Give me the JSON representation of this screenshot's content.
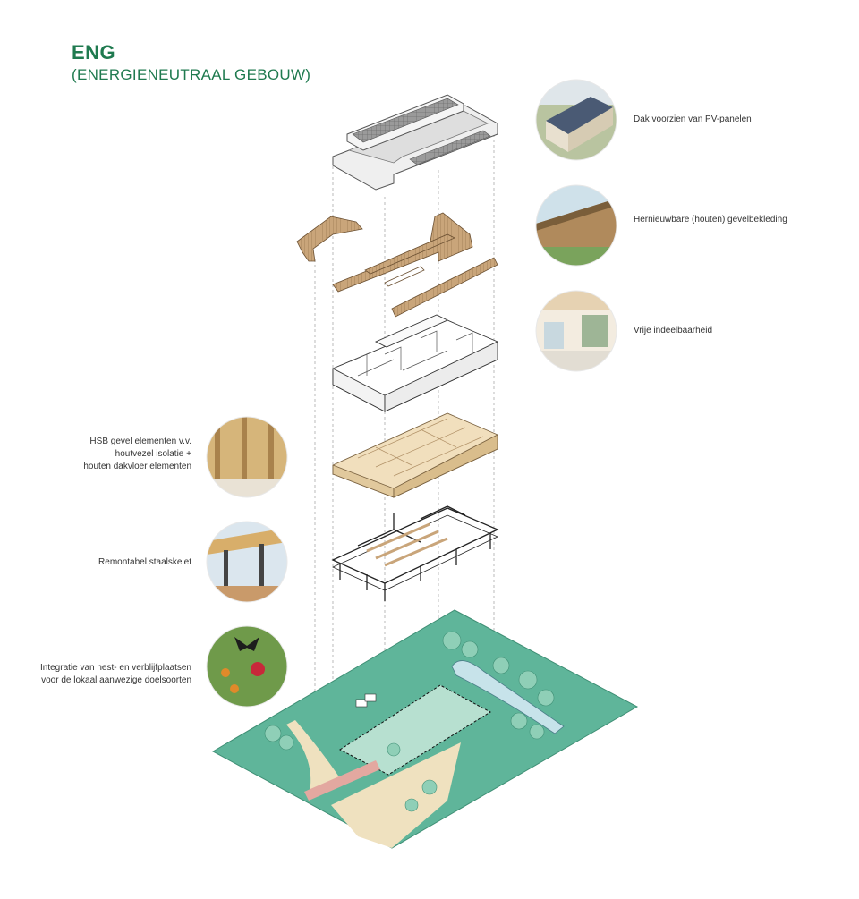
{
  "header": {
    "title": "ENG",
    "subtitle": "(ENERGIENEUTRAAL GEBOUW)"
  },
  "callouts_right": [
    {
      "text": "Dak voorzien van PV-panelen",
      "photo": "solar-roof-photo"
    },
    {
      "text": "Hernieuwbare (houten) gevelbekleding",
      "photo": "wooden-facade-photo"
    },
    {
      "text": "Vrije indeelbaarheid",
      "photo": "open-interior-photo"
    }
  ],
  "callouts_left": [
    {
      "line1": "HSB gevel elementen v.v.",
      "line2": "houtvezel isolatie +",
      "line3": "houten dakvloer elementen",
      "photo": "timber-frame-photo"
    },
    {
      "line1": "Remontabel staalskelet",
      "photo": "steel-frame-photo"
    },
    {
      "line1": "Integratie van nest- en verblijfplaatsen",
      "line2": "voor de lokaal aanwezige doelsoorten",
      "photo": "butterfly-flowers-photo"
    }
  ],
  "colors": {
    "brand_green": "#1f7a4f",
    "site_green": "#5fb59a",
    "timber": "#c9a57a",
    "floor_beige": "#f1dfbd"
  }
}
